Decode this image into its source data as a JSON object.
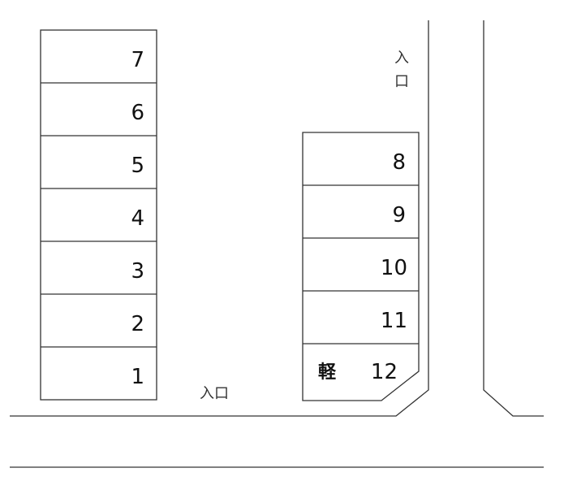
{
  "left_spaces": [
    "7",
    "6",
    "5",
    "4",
    "3",
    "2",
    "1"
  ],
  "right_spaces": [
    "8",
    "9",
    "10",
    "11",
    "12"
  ],
  "kei_mark": "軽",
  "entrance_bottom": "入口",
  "entrance_side": [
    "入",
    "口"
  ]
}
